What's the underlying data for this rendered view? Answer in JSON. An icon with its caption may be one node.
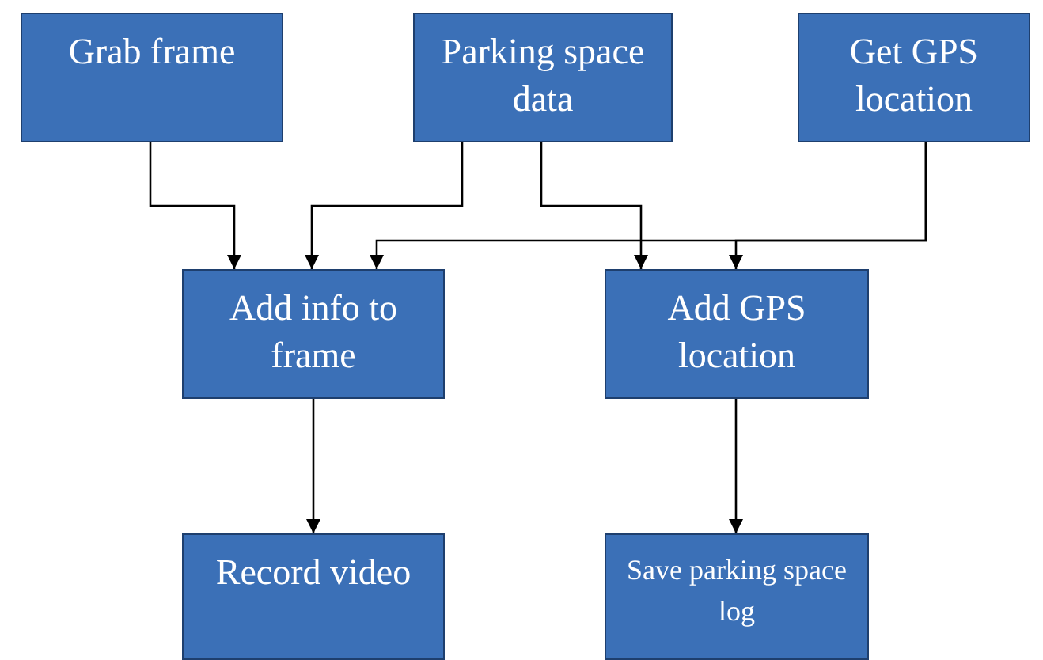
{
  "diagram": {
    "nodes": [
      {
        "text": [
          "Grab frame"
        ]
      },
      {
        "text": [
          "Parking space data"
        ]
      },
      {
        "text": [
          "Get GPS location"
        ]
      },
      {
        "text": [
          "Add info to frame"
        ]
      },
      {
        "text": [
          "Add GPS location"
        ]
      },
      {
        "text": [
          "Record video"
        ]
      },
      {
        "text": [
          "Save parking space log"
        ]
      }
    ],
    "edges": [
      {
        "from": 0,
        "to": 3,
        "arrow": "to"
      },
      {
        "from": 1,
        "to": 3,
        "arrow": "to"
      },
      {
        "from": 1,
        "to": 4,
        "arrow": "to"
      },
      {
        "from": 2,
        "to": 3,
        "arrow": "to"
      },
      {
        "from": 2,
        "to": 4,
        "arrow": "to"
      },
      {
        "from": 3,
        "to": 5,
        "arrow": "to"
      },
      {
        "from": 4,
        "to": 6,
        "arrow": "to"
      }
    ]
  }
}
